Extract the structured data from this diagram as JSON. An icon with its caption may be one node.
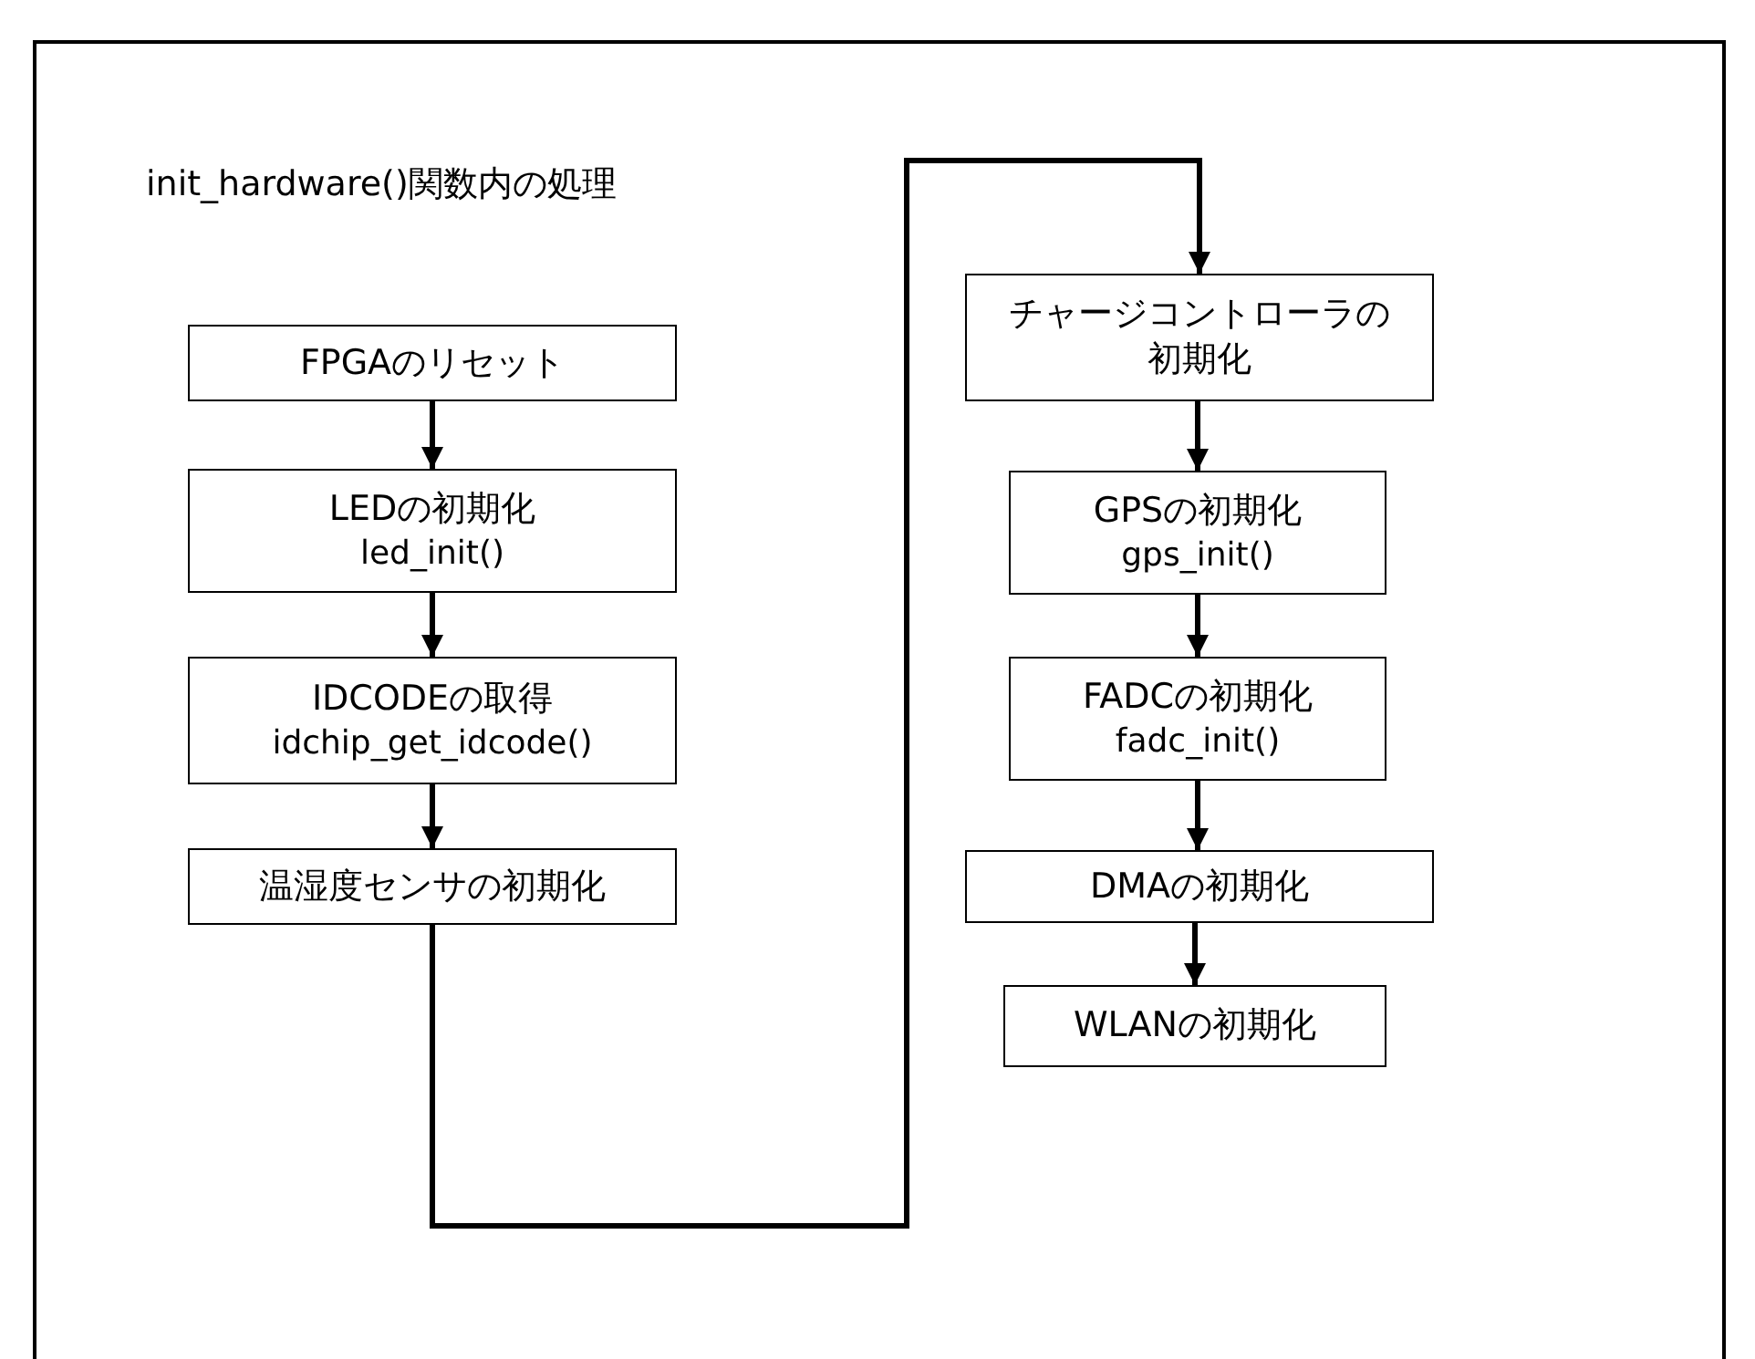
{
  "diagram": {
    "title": "init_hardware()関数内の処理",
    "nodes": [
      {
        "text": [
          "FPGAのリセット"
        ]
      },
      {
        "text": [
          "LEDの初期化",
          "led_init()"
        ]
      },
      {
        "text": [
          "IDCODEの取得",
          "idchip_get_idcode()"
        ]
      },
      {
        "text": [
          "温湿度センサの初期化"
        ]
      },
      {
        "text": [
          "チャージコントローラの初期化"
        ]
      },
      {
        "text": [
          "GPSの初期化",
          "gps_init()"
        ]
      },
      {
        "text": [
          "FADCの初期化",
          "fadc_init()"
        ]
      },
      {
        "text": [
          "DMAの初期化"
        ]
      },
      {
        "text": [
          "WLANの初期化"
        ]
      }
    ],
    "edges": [
      {
        "from": 0,
        "to": 1,
        "arrow": "to"
      },
      {
        "from": 1,
        "to": 2,
        "arrow": "to"
      },
      {
        "from": 2,
        "to": 3,
        "arrow": "to"
      },
      {
        "from": 3,
        "to": 4,
        "arrow": "to"
      },
      {
        "from": 4,
        "to": 5,
        "arrow": "to"
      },
      {
        "from": 5,
        "to": 6,
        "arrow": "to"
      },
      {
        "from": 6,
        "to": 7,
        "arrow": "to"
      },
      {
        "from": 7,
        "to": 8,
        "arrow": "to"
      }
    ]
  }
}
